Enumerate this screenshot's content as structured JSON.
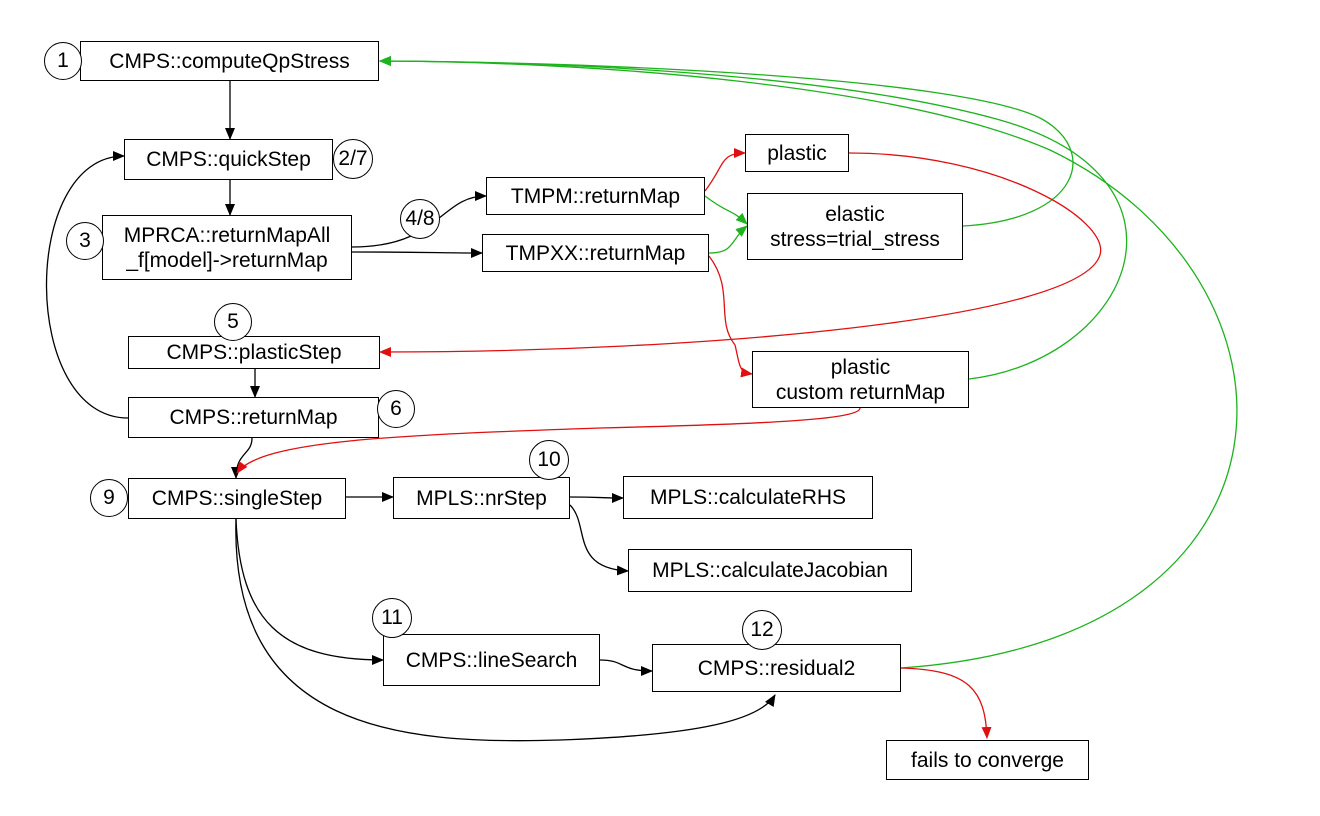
{
  "colors": {
    "default": "#000000",
    "success": "#1db31d",
    "failure": "#e01010"
  },
  "nodes": {
    "compute": "CMPS::computeQpStress",
    "quick": "CMPS::quickStep",
    "mprca_1": "MPRCA::returnMapAll",
    "mprca_2": "_f[model]->returnMap",
    "tmpm": "TMPM::returnMap",
    "tmpxx": "TMPXX::returnMap",
    "plastic": "plastic",
    "elastic_1": "elastic",
    "elastic_2": "stress=trial_stress",
    "pstep": "CMPS::plasticStep",
    "rmap": "CMPS::returnMap",
    "custom_1": "plastic",
    "custom_2": "custom returnMap",
    "single": "CMPS::singleStep",
    "nr": "MPLS::nrStep",
    "rhs": "MPLS::calculateRHS",
    "jac": "MPLS::calculateJacobian",
    "ls": "CMPS::lineSearch",
    "res": "CMPS::residual2",
    "fail": "fails to converge"
  },
  "steps": {
    "s1": "1",
    "s27": "2/7",
    "s3": "3",
    "s48": "4/8",
    "s5": "5",
    "s6": "6",
    "s9": "9",
    "s10": "10",
    "s11": "11",
    "s12": "12"
  }
}
